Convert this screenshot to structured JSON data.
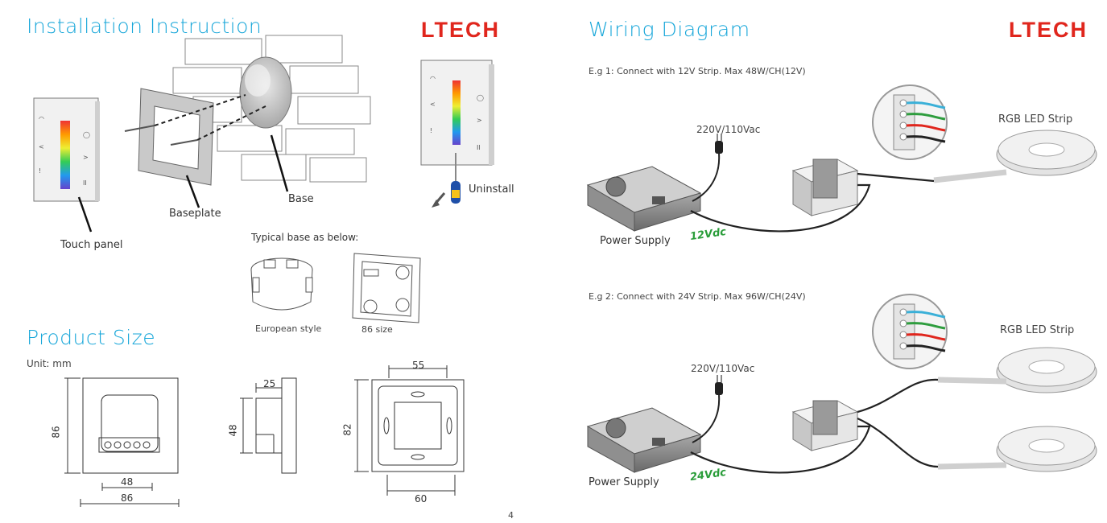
{
  "left": {
    "installation_title": "Installation Instruction",
    "logo": "LTECH",
    "labels": {
      "touch_panel": "Touch panel",
      "baseplate": "Baseplate",
      "base": "Base",
      "uninstall": "Uninstall",
      "typical_base": "Typical base as below:",
      "european_style": "European style",
      "size_86": "86 size"
    },
    "product_size_title": "Product Size",
    "unit": "Unit: mm",
    "dimensions": {
      "front_height": "86",
      "front_inner_width": "48",
      "front_width": "86",
      "side_depth": "25",
      "side_height": "48",
      "base_top": "55",
      "base_height": "82",
      "base_bottom": "60"
    },
    "page_number": "4"
  },
  "right": {
    "wiring_title": "Wiring Diagram",
    "logo": "LTECH",
    "example1": {
      "caption": "E.g 1: Connect with 12V Strip. Max 48W/CH(12V)",
      "mains": "220V/110Vac",
      "strip": "RGB LED Strip",
      "psu": "Power Supply",
      "voltage": "12Vdc"
    },
    "example2": {
      "caption": "E.g 2: Connect with 24V Strip. Max 96W/CH(24V)",
      "mains": "220V/110Vac",
      "strip": "RGB LED Strip",
      "psu": "Power Supply",
      "voltage": "24Vdc"
    }
  },
  "colors": {
    "title_blue": "#16a6d9",
    "logo_red": "#e0261d",
    "voltage_green": "#2a9d3a"
  }
}
